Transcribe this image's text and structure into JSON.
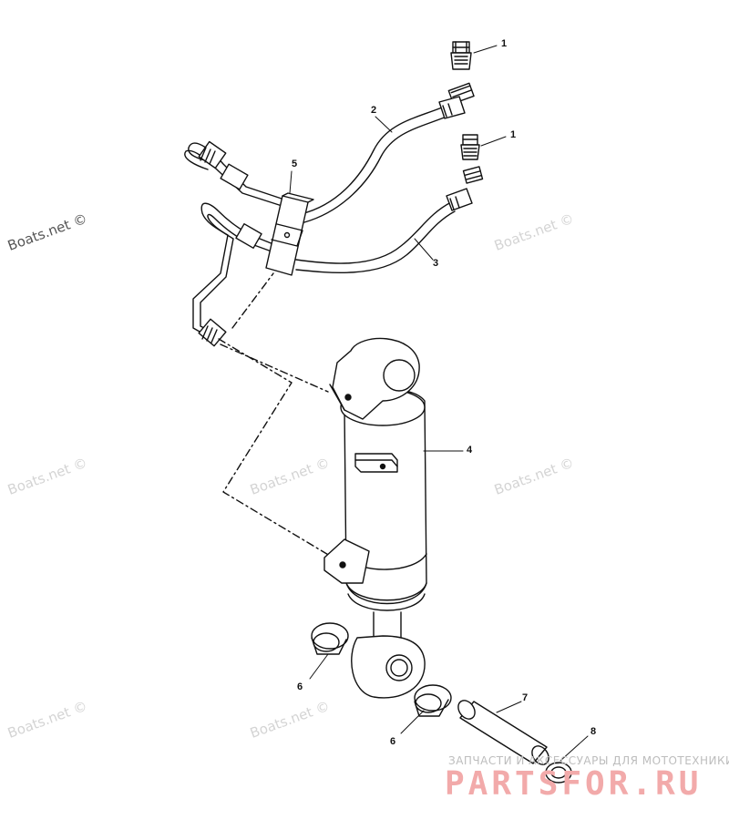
{
  "watermark": {
    "text": "Boats.net ©"
  },
  "callouts": {
    "c1a": "1",
    "c1b": "1",
    "c2": "2",
    "c3": "3",
    "c4": "4",
    "c5": "5",
    "c6a": "6",
    "c6b": "6",
    "c7": "7",
    "c8": "8"
  },
  "branding": {
    "tagline": "ЗАПЧАСТИ И АКСЕССУАРЫ ДЛЯ МОТОТЕХНИКИ",
    "logo": "PARTSFOR.RU"
  },
  "colors": {
    "line": "#111111",
    "watermark": "#d4d4d4",
    "logo": "#f2aaaa"
  }
}
